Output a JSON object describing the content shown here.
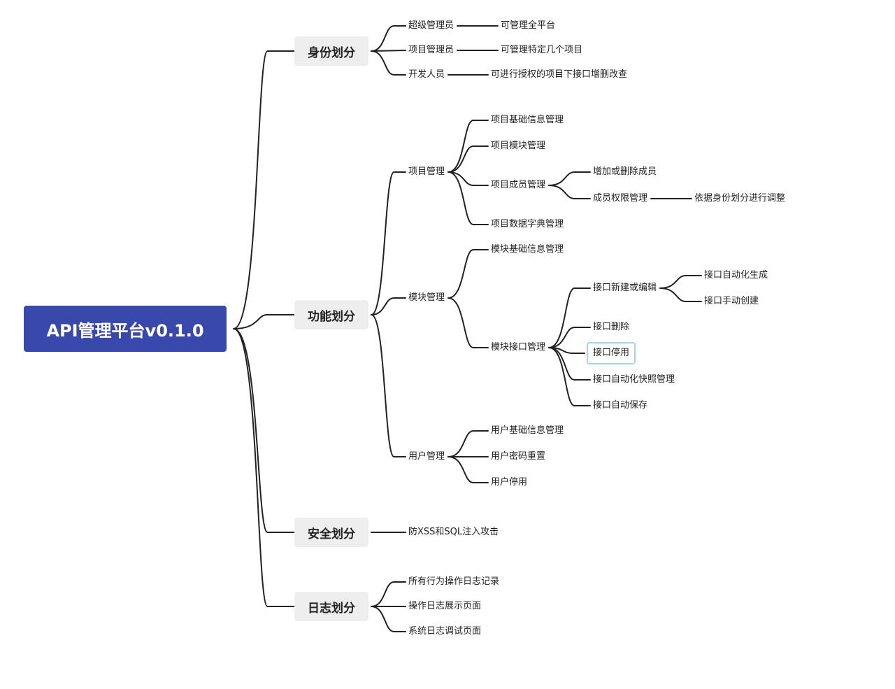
{
  "root": {
    "id": "root",
    "label": "API管理平台v0.1.0"
  },
  "branches": [
    {
      "id": "b1",
      "label": "身份划分",
      "children": [
        {
          "id": "b1c1",
          "label": "超级管理员",
          "children": [
            {
              "id": "b1c1a",
              "label": "可管理全平台"
            }
          ]
        },
        {
          "id": "b1c2",
          "label": "项目管理员",
          "children": [
            {
              "id": "b1c2a",
              "label": "可管理特定几个项目"
            }
          ]
        },
        {
          "id": "b1c3",
          "label": "开发人员",
          "children": [
            {
              "id": "b1c3a",
              "label": "可进行授权的项目下接口增删改查"
            }
          ]
        }
      ]
    },
    {
      "id": "b2",
      "label": "功能划分",
      "children": [
        {
          "id": "b2c1",
          "label": "项目管理",
          "children": [
            {
              "id": "b2c1a",
              "label": "项目基础信息管理"
            },
            {
              "id": "b2c1b",
              "label": "项目模块管理"
            },
            {
              "id": "b2c1c",
              "label": "项目成员管理",
              "children": [
                {
                  "id": "b2c1c1",
                  "label": "增加或删除成员"
                },
                {
                  "id": "b2c1c2",
                  "label": "成员权限管理",
                  "children": [
                    {
                      "id": "b2c1c2a",
                      "label": "依据身份划分进行调整"
                    }
                  ]
                }
              ]
            },
            {
              "id": "b2c1d",
              "label": "项目数据字典管理"
            }
          ]
        },
        {
          "id": "b2c2",
          "label": "模块管理",
          "children": [
            {
              "id": "b2c2a",
              "label": "模块基础信息管理"
            },
            {
              "id": "b2c2b",
              "label": "模块接口管理",
              "children": [
                {
                  "id": "b2c2b1",
                  "label": "接口新建或编辑",
                  "children": [
                    {
                      "id": "b2c2b1a",
                      "label": "接口自动化生成"
                    },
                    {
                      "id": "b2c2b1b",
                      "label": "接口手动创建"
                    }
                  ]
                },
                {
                  "id": "b2c2b2",
                  "label": "接口删除"
                },
                {
                  "id": "b2c2b3",
                  "label": "接口停用",
                  "selected": true
                },
                {
                  "id": "b2c2b4",
                  "label": "接口自动化快照管理"
                },
                {
                  "id": "b2c2b5",
                  "label": "接口自动保存"
                }
              ]
            }
          ]
        },
        {
          "id": "b2c3",
          "label": "用户管理",
          "children": [
            {
              "id": "b2c3a",
              "label": "用户基础信息管理"
            },
            {
              "id": "b2c3b",
              "label": "用户密码重置"
            },
            {
              "id": "b2c3c",
              "label": "用户停用"
            }
          ]
        }
      ]
    },
    {
      "id": "b3",
      "label": "安全划分",
      "children": [
        {
          "id": "b3c1",
          "label": "防XSS和SQL注入攻击"
        }
      ]
    },
    {
      "id": "b4",
      "label": "日志划分",
      "children": [
        {
          "id": "b4c1",
          "label": "所有行为操作日志记录"
        },
        {
          "id": "b4c2",
          "label": "操作日志展示页面"
        },
        {
          "id": "b4c3",
          "label": "系统日志调试页面"
        }
      ]
    }
  ],
  "colors": {
    "root_fill": "#3949ab",
    "branch_fill": "#eeeeee",
    "line": "#222222",
    "selection_border": "#9fd6f3"
  }
}
